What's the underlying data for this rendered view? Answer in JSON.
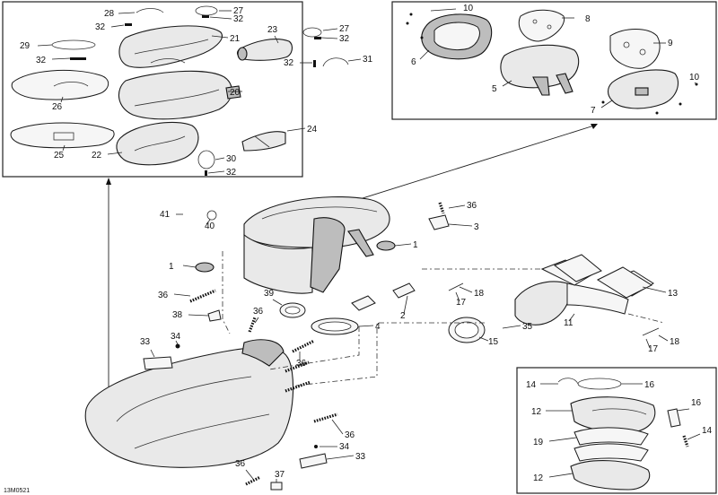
{
  "diagram": {
    "reference_code": "13M0521",
    "callouts": [
      {
        "id": "c1a",
        "label": "1"
      },
      {
        "id": "c1b",
        "label": "1"
      },
      {
        "id": "c2",
        "label": "2"
      },
      {
        "id": "c3",
        "label": "3"
      },
      {
        "id": "c4",
        "label": "4"
      },
      {
        "id": "c5",
        "label": "5"
      },
      {
        "id": "c6",
        "label": "6"
      },
      {
        "id": "c7",
        "label": "7"
      },
      {
        "id": "c8",
        "label": "8"
      },
      {
        "id": "c9",
        "label": "9"
      },
      {
        "id": "c10a",
        "label": "10"
      },
      {
        "id": "c10b",
        "label": "10"
      },
      {
        "id": "c11",
        "label": "11"
      },
      {
        "id": "c12a",
        "label": "12"
      },
      {
        "id": "c12b",
        "label": "12"
      },
      {
        "id": "c13",
        "label": "13"
      },
      {
        "id": "c14a",
        "label": "14"
      },
      {
        "id": "c14b",
        "label": "14"
      },
      {
        "id": "c15",
        "label": "15"
      },
      {
        "id": "c16a",
        "label": "16"
      },
      {
        "id": "c16b",
        "label": "16"
      },
      {
        "id": "c17a",
        "label": "17"
      },
      {
        "id": "c17b",
        "label": "17"
      },
      {
        "id": "c18a",
        "label": "18"
      },
      {
        "id": "c18b",
        "label": "18"
      },
      {
        "id": "c19",
        "label": "19"
      },
      {
        "id": "c20",
        "label": "20"
      },
      {
        "id": "c21",
        "label": "21"
      },
      {
        "id": "c22",
        "label": "22"
      },
      {
        "id": "c23",
        "label": "23"
      },
      {
        "id": "c24",
        "label": "24"
      },
      {
        "id": "c25",
        "label": "25"
      },
      {
        "id": "c26",
        "label": "26"
      },
      {
        "id": "c27a",
        "label": "27"
      },
      {
        "id": "c27b",
        "label": "27"
      },
      {
        "id": "c28",
        "label": "28"
      },
      {
        "id": "c29",
        "label": "29"
      },
      {
        "id": "c30",
        "label": "30"
      },
      {
        "id": "c31",
        "label": "31"
      },
      {
        "id": "c32a",
        "label": "32"
      },
      {
        "id": "c32b",
        "label": "32"
      },
      {
        "id": "c32c",
        "label": "32"
      },
      {
        "id": "c32d",
        "label": "32"
      },
      {
        "id": "c32e",
        "label": "32"
      },
      {
        "id": "c32f",
        "label": "32"
      },
      {
        "id": "c33a",
        "label": "33"
      },
      {
        "id": "c33b",
        "label": "33"
      },
      {
        "id": "c34a",
        "label": "34"
      },
      {
        "id": "c34b",
        "label": "34"
      },
      {
        "id": "c35",
        "label": "35"
      },
      {
        "id": "c36a",
        "label": "36"
      },
      {
        "id": "c36b",
        "label": "36"
      },
      {
        "id": "c36c",
        "label": "36"
      },
      {
        "id": "c36d",
        "label": "36"
      },
      {
        "id": "c36e",
        "label": "36"
      },
      {
        "id": "c36f",
        "label": "36"
      },
      {
        "id": "c37",
        "label": "37"
      },
      {
        "id": "c38",
        "label": "38"
      },
      {
        "id": "c39",
        "label": "39"
      },
      {
        "id": "c40",
        "label": "40"
      },
      {
        "id": "c41",
        "label": "41"
      }
    ]
  }
}
